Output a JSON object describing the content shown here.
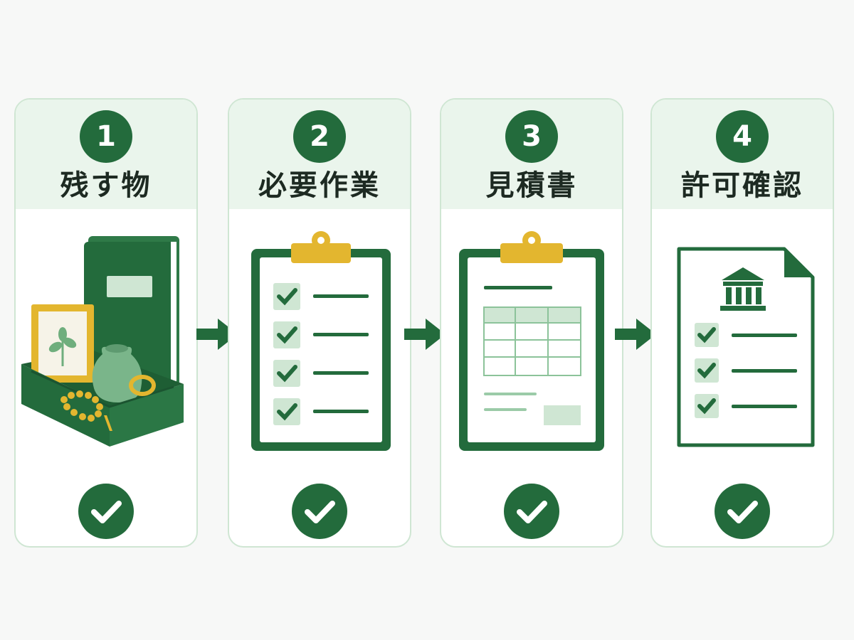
{
  "steps": [
    {
      "number": "1",
      "title": "残す物",
      "icon": "keepsake-box-icon"
    },
    {
      "number": "2",
      "title": "必要作業",
      "icon": "checklist-clipboard-icon"
    },
    {
      "number": "3",
      "title": "見積書",
      "icon": "estimate-clipboard-icon"
    },
    {
      "number": "4",
      "title": "許可確認",
      "icon": "permit-document-icon"
    }
  ],
  "colors": {
    "primary_green": "#236b3c",
    "light_green": "#eaf5ec",
    "border_green": "#cfe6d3",
    "accent_gold": "#e3b62f"
  },
  "connector_icon": "arrow-right-icon",
  "status_icon": "check-circle-icon"
}
